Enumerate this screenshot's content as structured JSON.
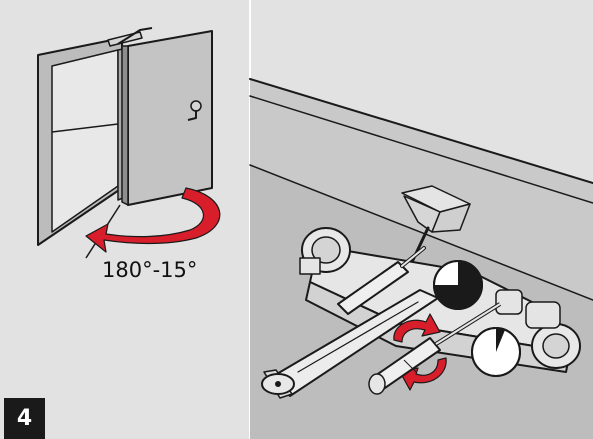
{
  "step": {
    "number": "4"
  },
  "door": {
    "angle_label": "180°-15°"
  },
  "colors": {
    "background": "#e2e2e2",
    "wall": "#cfcfcf",
    "door": "#bdbdbd",
    "arrow": "#d81e2a",
    "outline": "#1a1a1a",
    "badge": "#1a1a1a"
  },
  "icons": {
    "rotate_arrow": "curved-arrow",
    "adjust_arrows": "circular-arrows",
    "dial": "clock-dial",
    "tool": "screwdriver"
  }
}
